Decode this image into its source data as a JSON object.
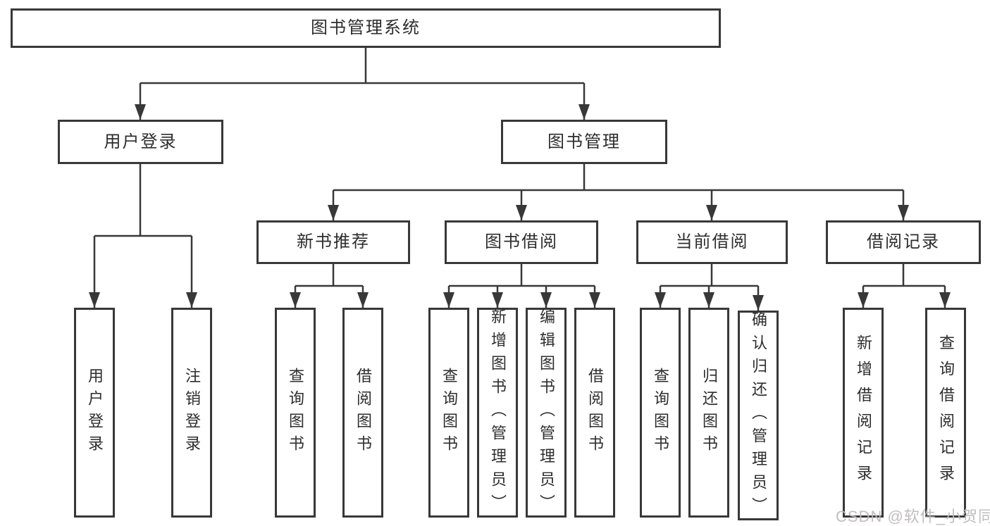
{
  "title": "图书管理系统",
  "branches": [
    "用户登录",
    "图书管理"
  ],
  "modules": [
    "新书推荐",
    "图书借阅",
    "当前借阅",
    "借阅记录"
  ],
  "functions": [
    "用户登录",
    "注销登录",
    "查询图书",
    "借阅图书",
    "查询图书",
    "新增图书（管理员）",
    "编辑图书（管理员）",
    "借阅图书",
    "查询图书",
    "归还图书",
    "确认归还（管理员）",
    "新增借阅记录",
    "查询借阅记录"
  ],
  "watermark": "CSDN @软件_小贺同学",
  "colors": {
    "line": "#383838",
    "box_border": "#383838",
    "box_background": "#ffffff",
    "text": "#2d2d2d",
    "watermark": "#beb9b9"
  }
}
